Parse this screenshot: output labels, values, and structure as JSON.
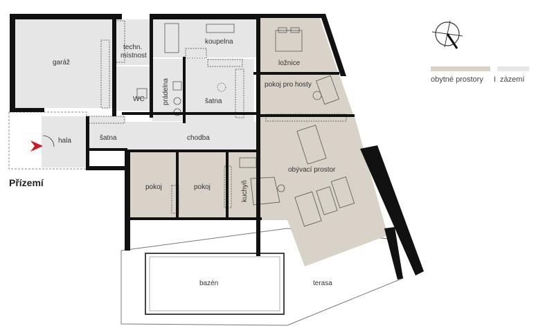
{
  "plan": {
    "title": "Přízemí",
    "colors": {
      "living": "#d8d2c9",
      "service": "#e6e6e6",
      "wall": "#111111",
      "outline": "#555555",
      "entrance_arrow": "#d0161e"
    },
    "rooms": {
      "garaz": "garáž",
      "techn_line1": "techn.",
      "techn_line2": "místnost",
      "koupelna": "koupelna",
      "loznice": "ložnice",
      "pokoj_hosty": "pokoj pro hosty",
      "wc": "WC",
      "pradelna": "prádelna",
      "satna_upper": "šatna",
      "hala": "hala",
      "satna_lower": "šatna",
      "chodba": "chodba",
      "obyvaci": "obývací prostor",
      "pokoj_1": "pokoj",
      "pokoj_2": "pokoj",
      "kuchyn": "kuchyň",
      "bazen": "bazén",
      "terasa": "terasa"
    },
    "compass_icon": "north-arrow-icon"
  },
  "legend": {
    "living_label": "obytné prostory",
    "separator": "I",
    "service_label": "zázemí"
  }
}
